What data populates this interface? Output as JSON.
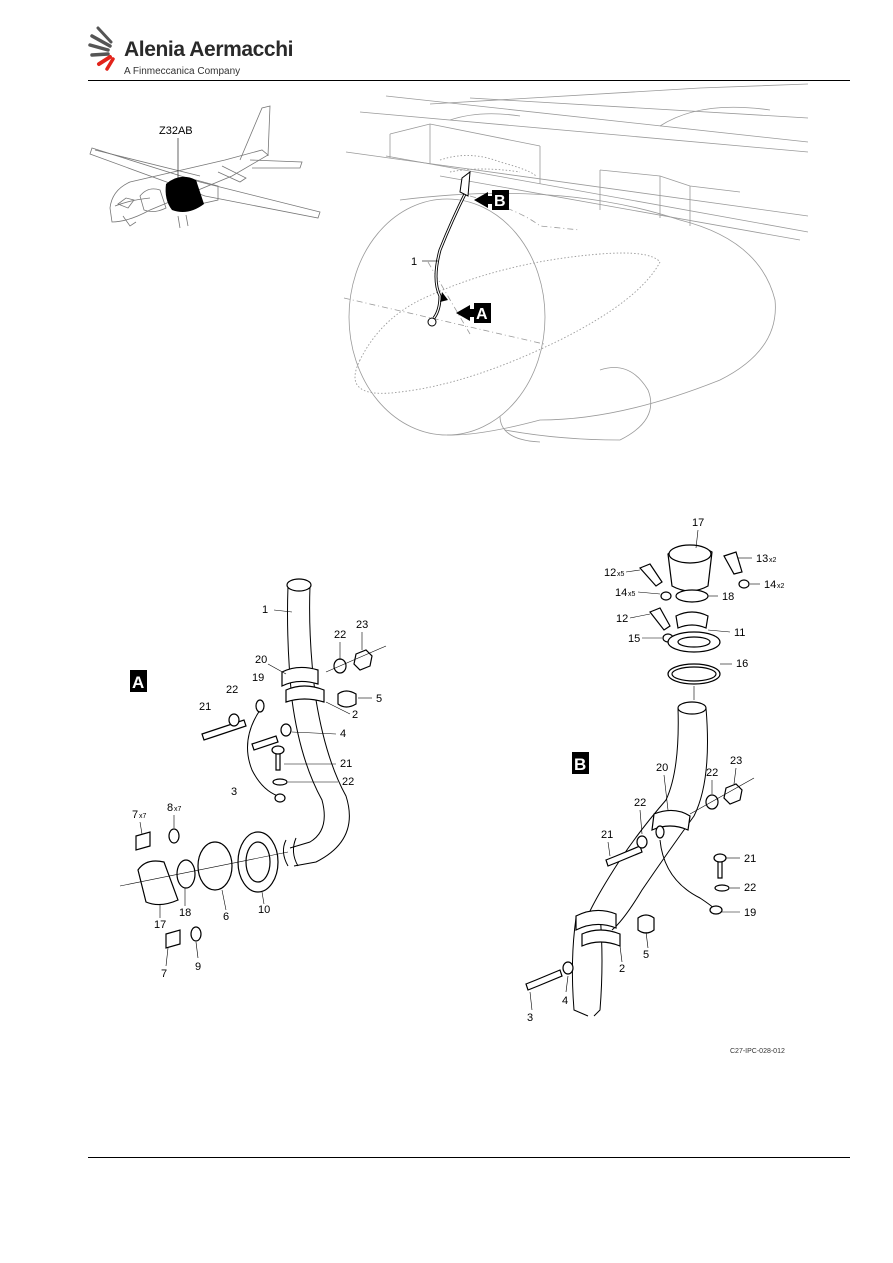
{
  "header": {
    "brand_name": "Alenia Aermacchi",
    "brand_sub": "A Finmeccanica Company",
    "brand_color": "#e2231a"
  },
  "locator": {
    "zone": "Z32AB"
  },
  "overview": {
    "callout_item": "1",
    "view_a_label": "A",
    "view_b_label": "B"
  },
  "detail_a": {
    "view_label": "A",
    "items": [
      "1",
      "23",
      "22",
      "20",
      "19",
      "22",
      "5",
      "2",
      "21",
      "4",
      "21",
      "3",
      "22",
      "7",
      "x7",
      "8",
      "x7",
      "17",
      "18",
      "6",
      "10",
      "7",
      "9"
    ]
  },
  "detail_b": {
    "view_label": "B",
    "items": [
      "17",
      "13",
      "x2",
      "12",
      "x5",
      "14",
      "x5",
      "18",
      "14",
      "x2",
      "12",
      "15",
      "11",
      "16",
      "20",
      "22",
      "23",
      "22",
      "21",
      "21",
      "22",
      "19",
      "2",
      "5",
      "3",
      "4"
    ]
  },
  "figure_ref": "C27-IPC-028-012"
}
